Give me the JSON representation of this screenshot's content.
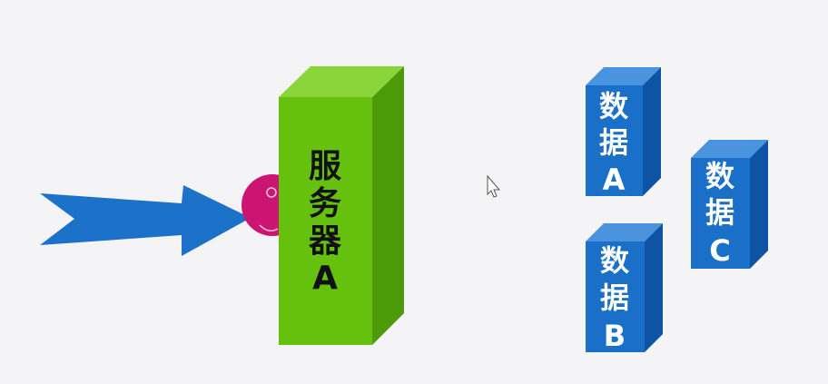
{
  "server": {
    "label_lines": [
      "服",
      "务",
      "器",
      "A"
    ],
    "front_color": "#66c10f",
    "top_color": "#8ad63a",
    "side_color": "#4d9a09"
  },
  "data_blocks": [
    {
      "id": "A",
      "label_lines": [
        "数",
        "据",
        "A"
      ]
    },
    {
      "id": "B",
      "label_lines": [
        "数",
        "据",
        "B"
      ]
    },
    {
      "id": "C",
      "label_lines": [
        "数",
        "据",
        "C"
      ]
    }
  ],
  "data_colors": {
    "front": "#1a6fc9",
    "top": "#4a93dd",
    "side": "#0f54a4"
  },
  "arrow_color": "#1b72c8",
  "user_color": "#cc1472"
}
